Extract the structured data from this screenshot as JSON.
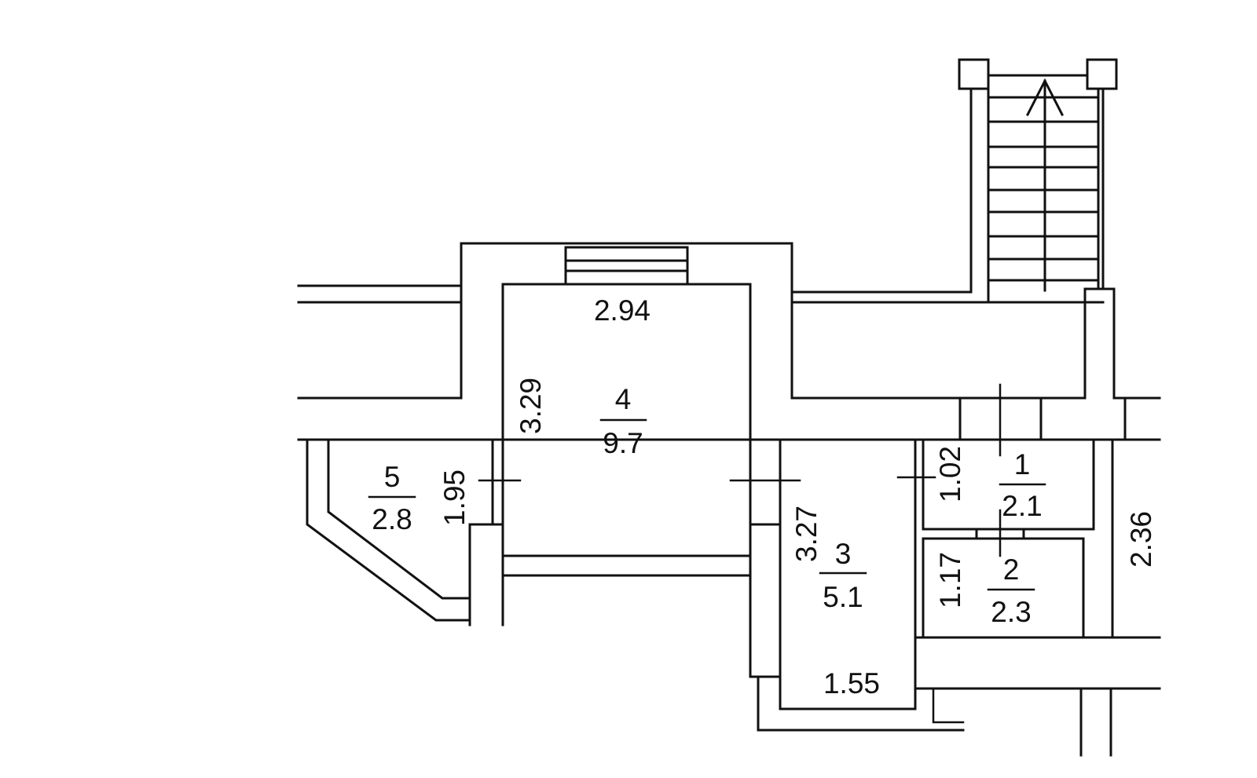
{
  "rooms": [
    {
      "id": "room-1",
      "number": "1",
      "area": "2.1"
    },
    {
      "id": "room-2",
      "number": "2",
      "area": "2.3"
    },
    {
      "id": "room-3",
      "number": "3",
      "area": "5.1"
    },
    {
      "id": "room-4",
      "number": "4",
      "area": "9.7"
    },
    {
      "id": "room-5",
      "number": "5",
      "area": "2.8"
    }
  ],
  "dimensions": {
    "room4_width": "2.94",
    "room4_height": "3.29",
    "room5_height": "1.95",
    "room3_height": "3.27",
    "room3_width": "1.55",
    "room1_height": "1.02",
    "room2_height": "1.17",
    "corridor_height": "2.36"
  },
  "colors": {
    "line": "#111111",
    "background": "#ffffff"
  },
  "icons": {
    "stair_direction": "arrow-up-icon"
  }
}
